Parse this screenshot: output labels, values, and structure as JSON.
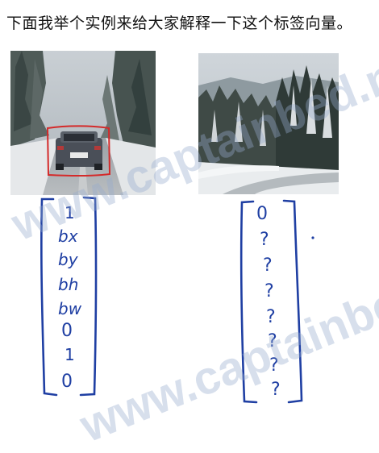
{
  "heading": "下面我举个实例来给大家解释一下这个标签向量。",
  "left_photo": {
    "subject": "car on snowy road",
    "box_color": "#d42a2a"
  },
  "right_photo": {
    "subject": "snowy forest road"
  },
  "left_vector": {
    "entries": [
      "1",
      "bx",
      "by",
      "bh",
      "bw",
      "0",
      "1",
      "0"
    ],
    "color": "#1f3fa3"
  },
  "right_vector": {
    "entries": [
      "0",
      "?",
      "?",
      "?",
      "?",
      "?",
      "?",
      "?"
    ],
    "color": "#1f3fa3"
  },
  "watermark": "www.captainbed.net"
}
